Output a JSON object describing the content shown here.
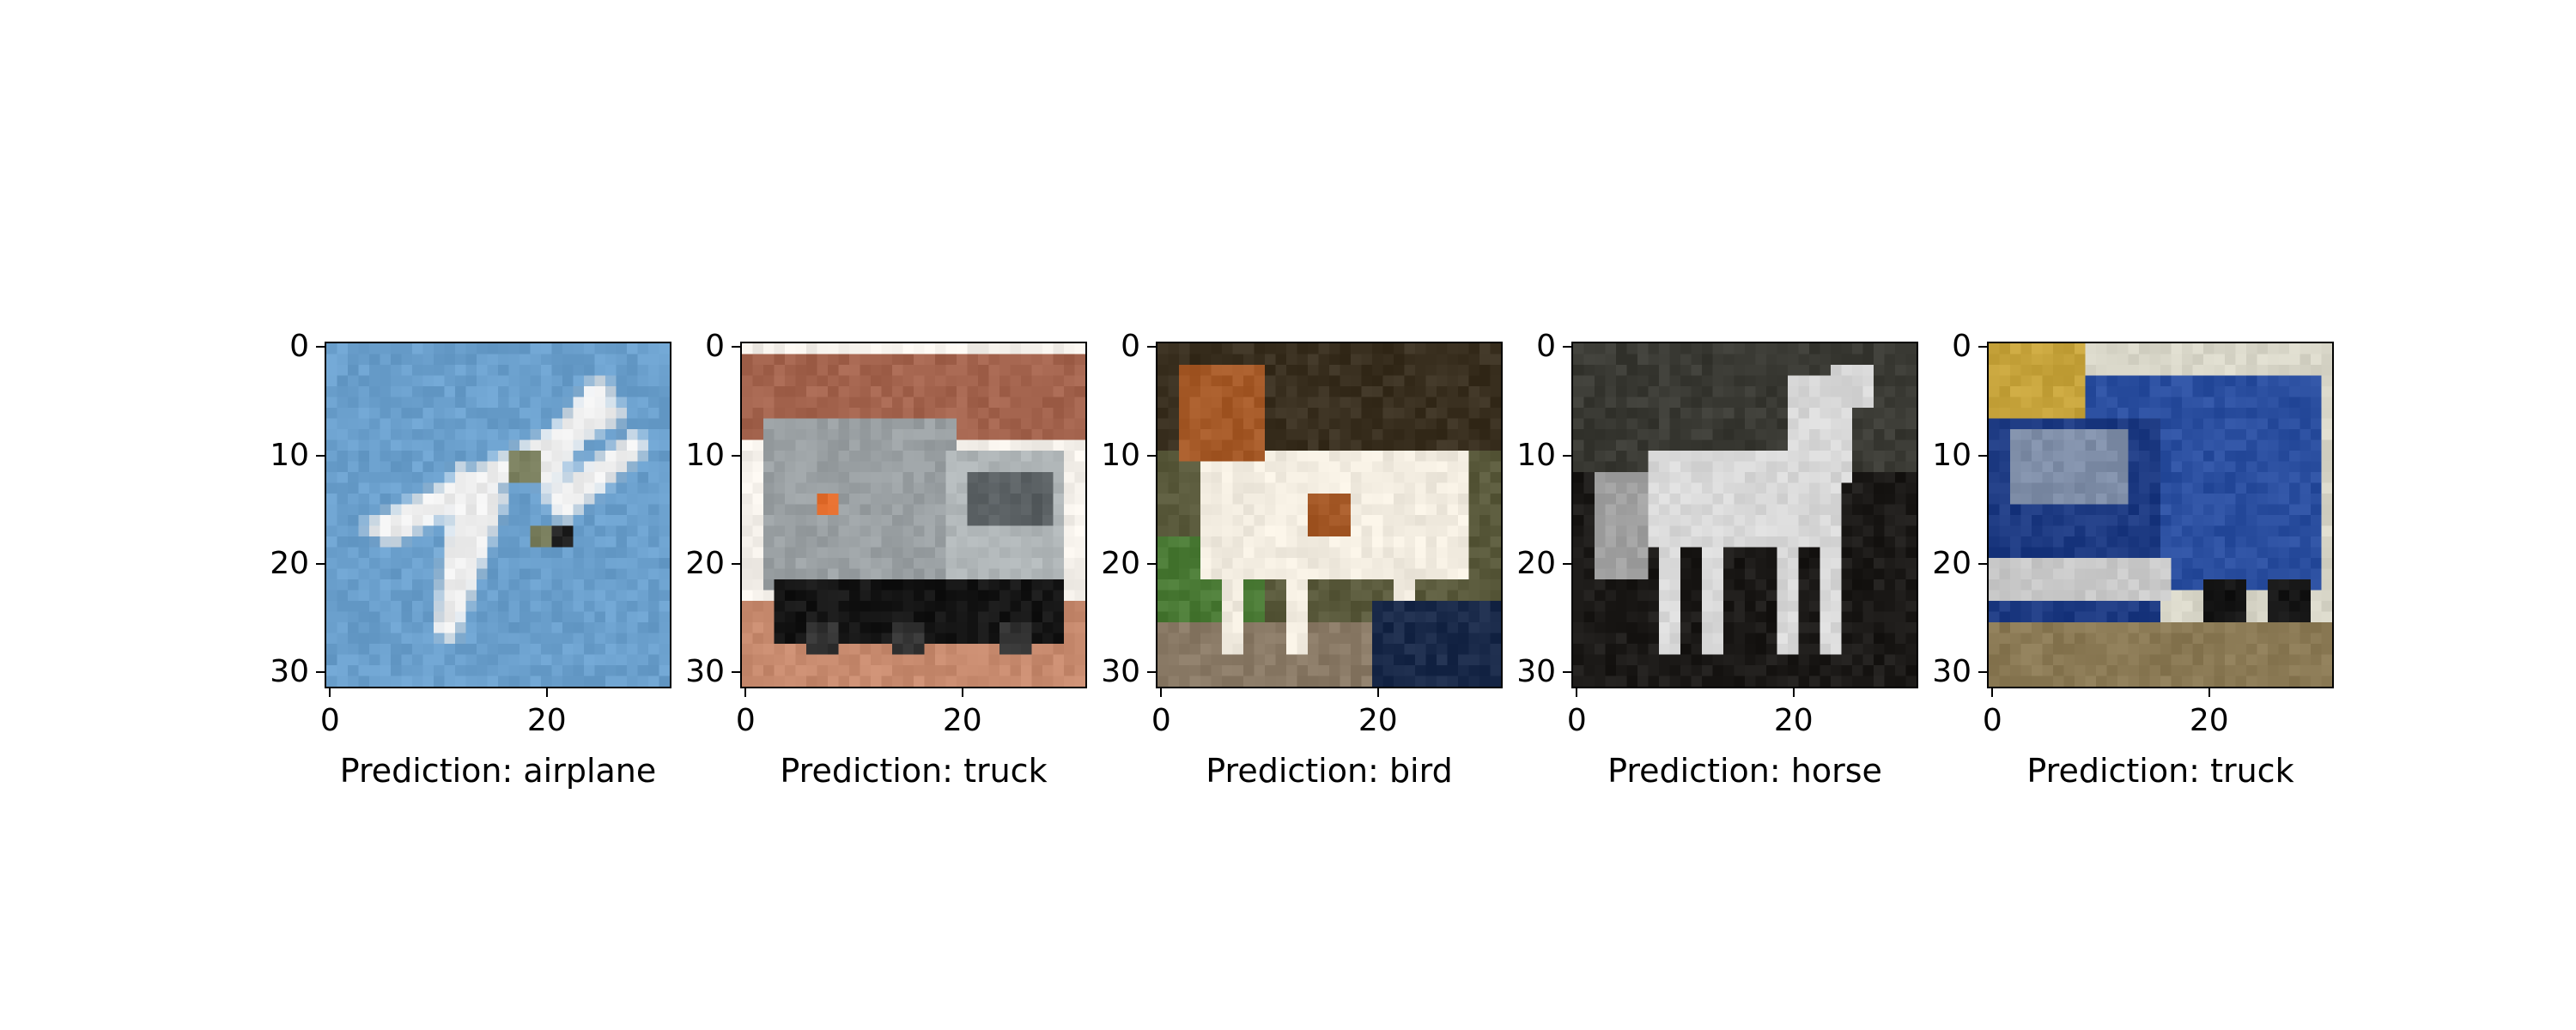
{
  "figure": {
    "panels": [
      {
        "caption": "Prediction: airplane",
        "subject": "airplane"
      },
      {
        "caption": "Prediction: truck",
        "subject": "truck-gray"
      },
      {
        "caption": "Prediction: bird",
        "subject": "dog"
      },
      {
        "caption": "Prediction: horse",
        "subject": "horse"
      },
      {
        "caption": "Prediction: truck",
        "subject": "truck-blue"
      }
    ],
    "y_ticks": [
      "0",
      "10",
      "20",
      "30"
    ],
    "y_tick_values": [
      0,
      10,
      20,
      30
    ],
    "x_ticks": [
      "0",
      "20"
    ],
    "x_tick_values": [
      0,
      20
    ],
    "image_extent": [
      -0.5,
      31.5
    ],
    "colors": {
      "sky": "#6a9fcc",
      "frame": "#000000"
    }
  }
}
